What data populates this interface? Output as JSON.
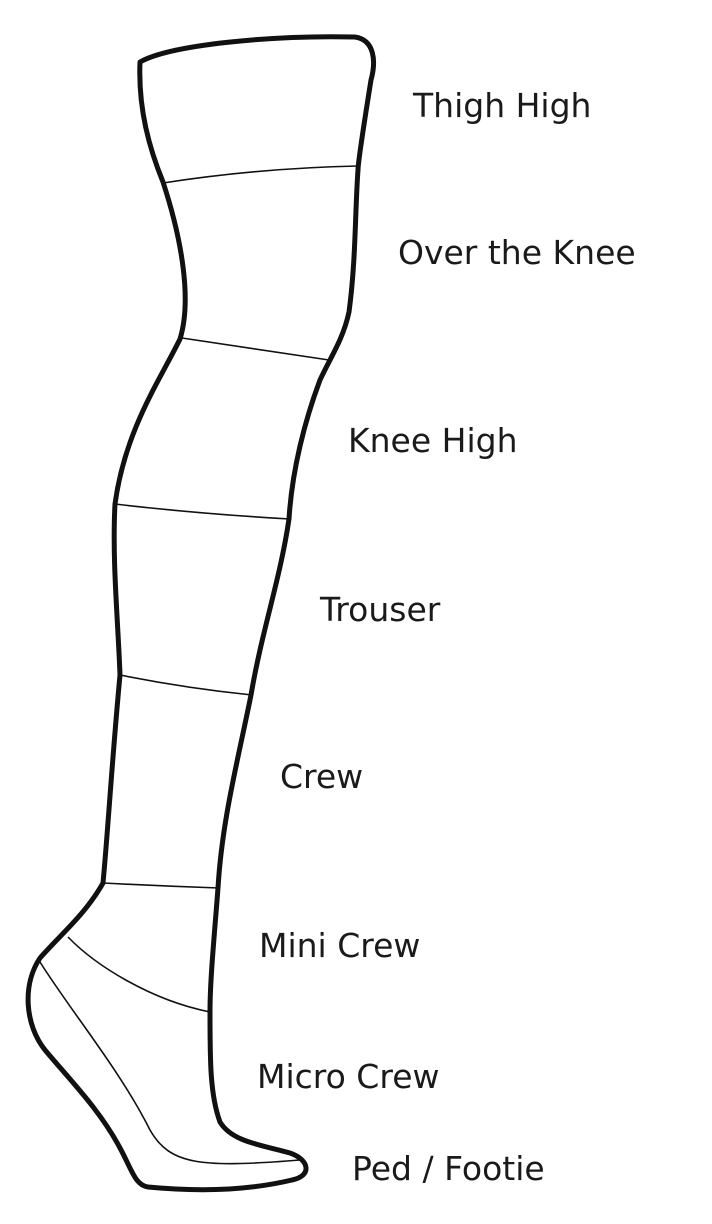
{
  "labels": {
    "thigh_high": "Thigh High",
    "over_the_knee": "Over the Knee",
    "knee_high": "Knee High",
    "trouser": "Trouser",
    "crew": "Crew",
    "mini_crew": "Mini Crew",
    "micro_crew": "Micro Crew",
    "ped_footie": "Ped / Footie"
  },
  "colors": {
    "outline": "#111111",
    "fill": "#ffffff",
    "text": "#1a1a1a"
  }
}
